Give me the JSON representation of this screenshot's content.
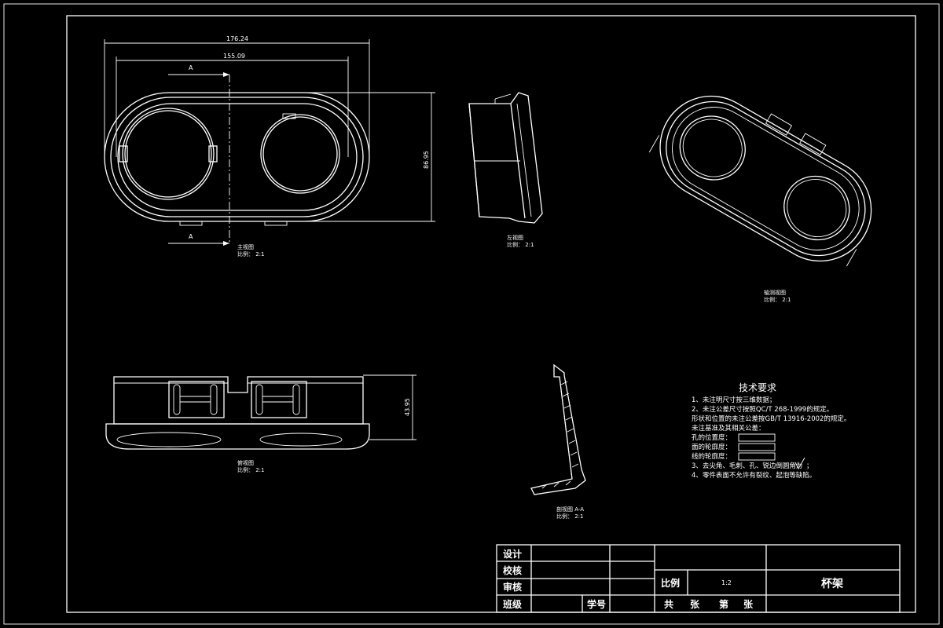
{
  "dimensions": {
    "overall_width": "176.24",
    "inner_width": "155.09",
    "height": "86.95",
    "depth": "43.95",
    "section_mark": "A"
  },
  "view_labels": {
    "front_view": "主视图",
    "front_scale": "比例： 2:1",
    "side_view": "左视图",
    "side_scale": "比例： 2:1",
    "iso_view": "轴测视图",
    "iso_scale": "比例： 2:1",
    "bottom_view": "俯视图",
    "bottom_scale": "比例： 2:1",
    "section_view": "剖视图 A-A",
    "section_scale": "比例： 2:1"
  },
  "technical_requirements": {
    "title": "技术要求",
    "items": [
      "1、未注明尺寸按三维数据；",
      "2、未注公差尺寸按照QC/T 268-1999的规定。",
      "   形状和位置的未注公差按GB/T 13916-2002的规定。",
      "   未注基准及其相关公差：",
      "   孔的位置度：",
      "   面的轮廓度：",
      "   线的轮廓度：",
      "3、去尖角、毛刺、孔、锐边倒圆角为",
      "4、零件表面不允许有裂纹、起泡等缺陷。"
    ],
    "roughness_suffix": "；"
  },
  "title_block": {
    "design": "设计",
    "check": "校核",
    "review": "审核",
    "class": "班级",
    "student_id": "学号",
    "scale_label": "比例",
    "scale_value": "1:2",
    "part_name": "杯架",
    "sheets_total": "共",
    "sheets_total_unit": "张",
    "sheet_no": "第",
    "sheet_no_unit": "张"
  }
}
